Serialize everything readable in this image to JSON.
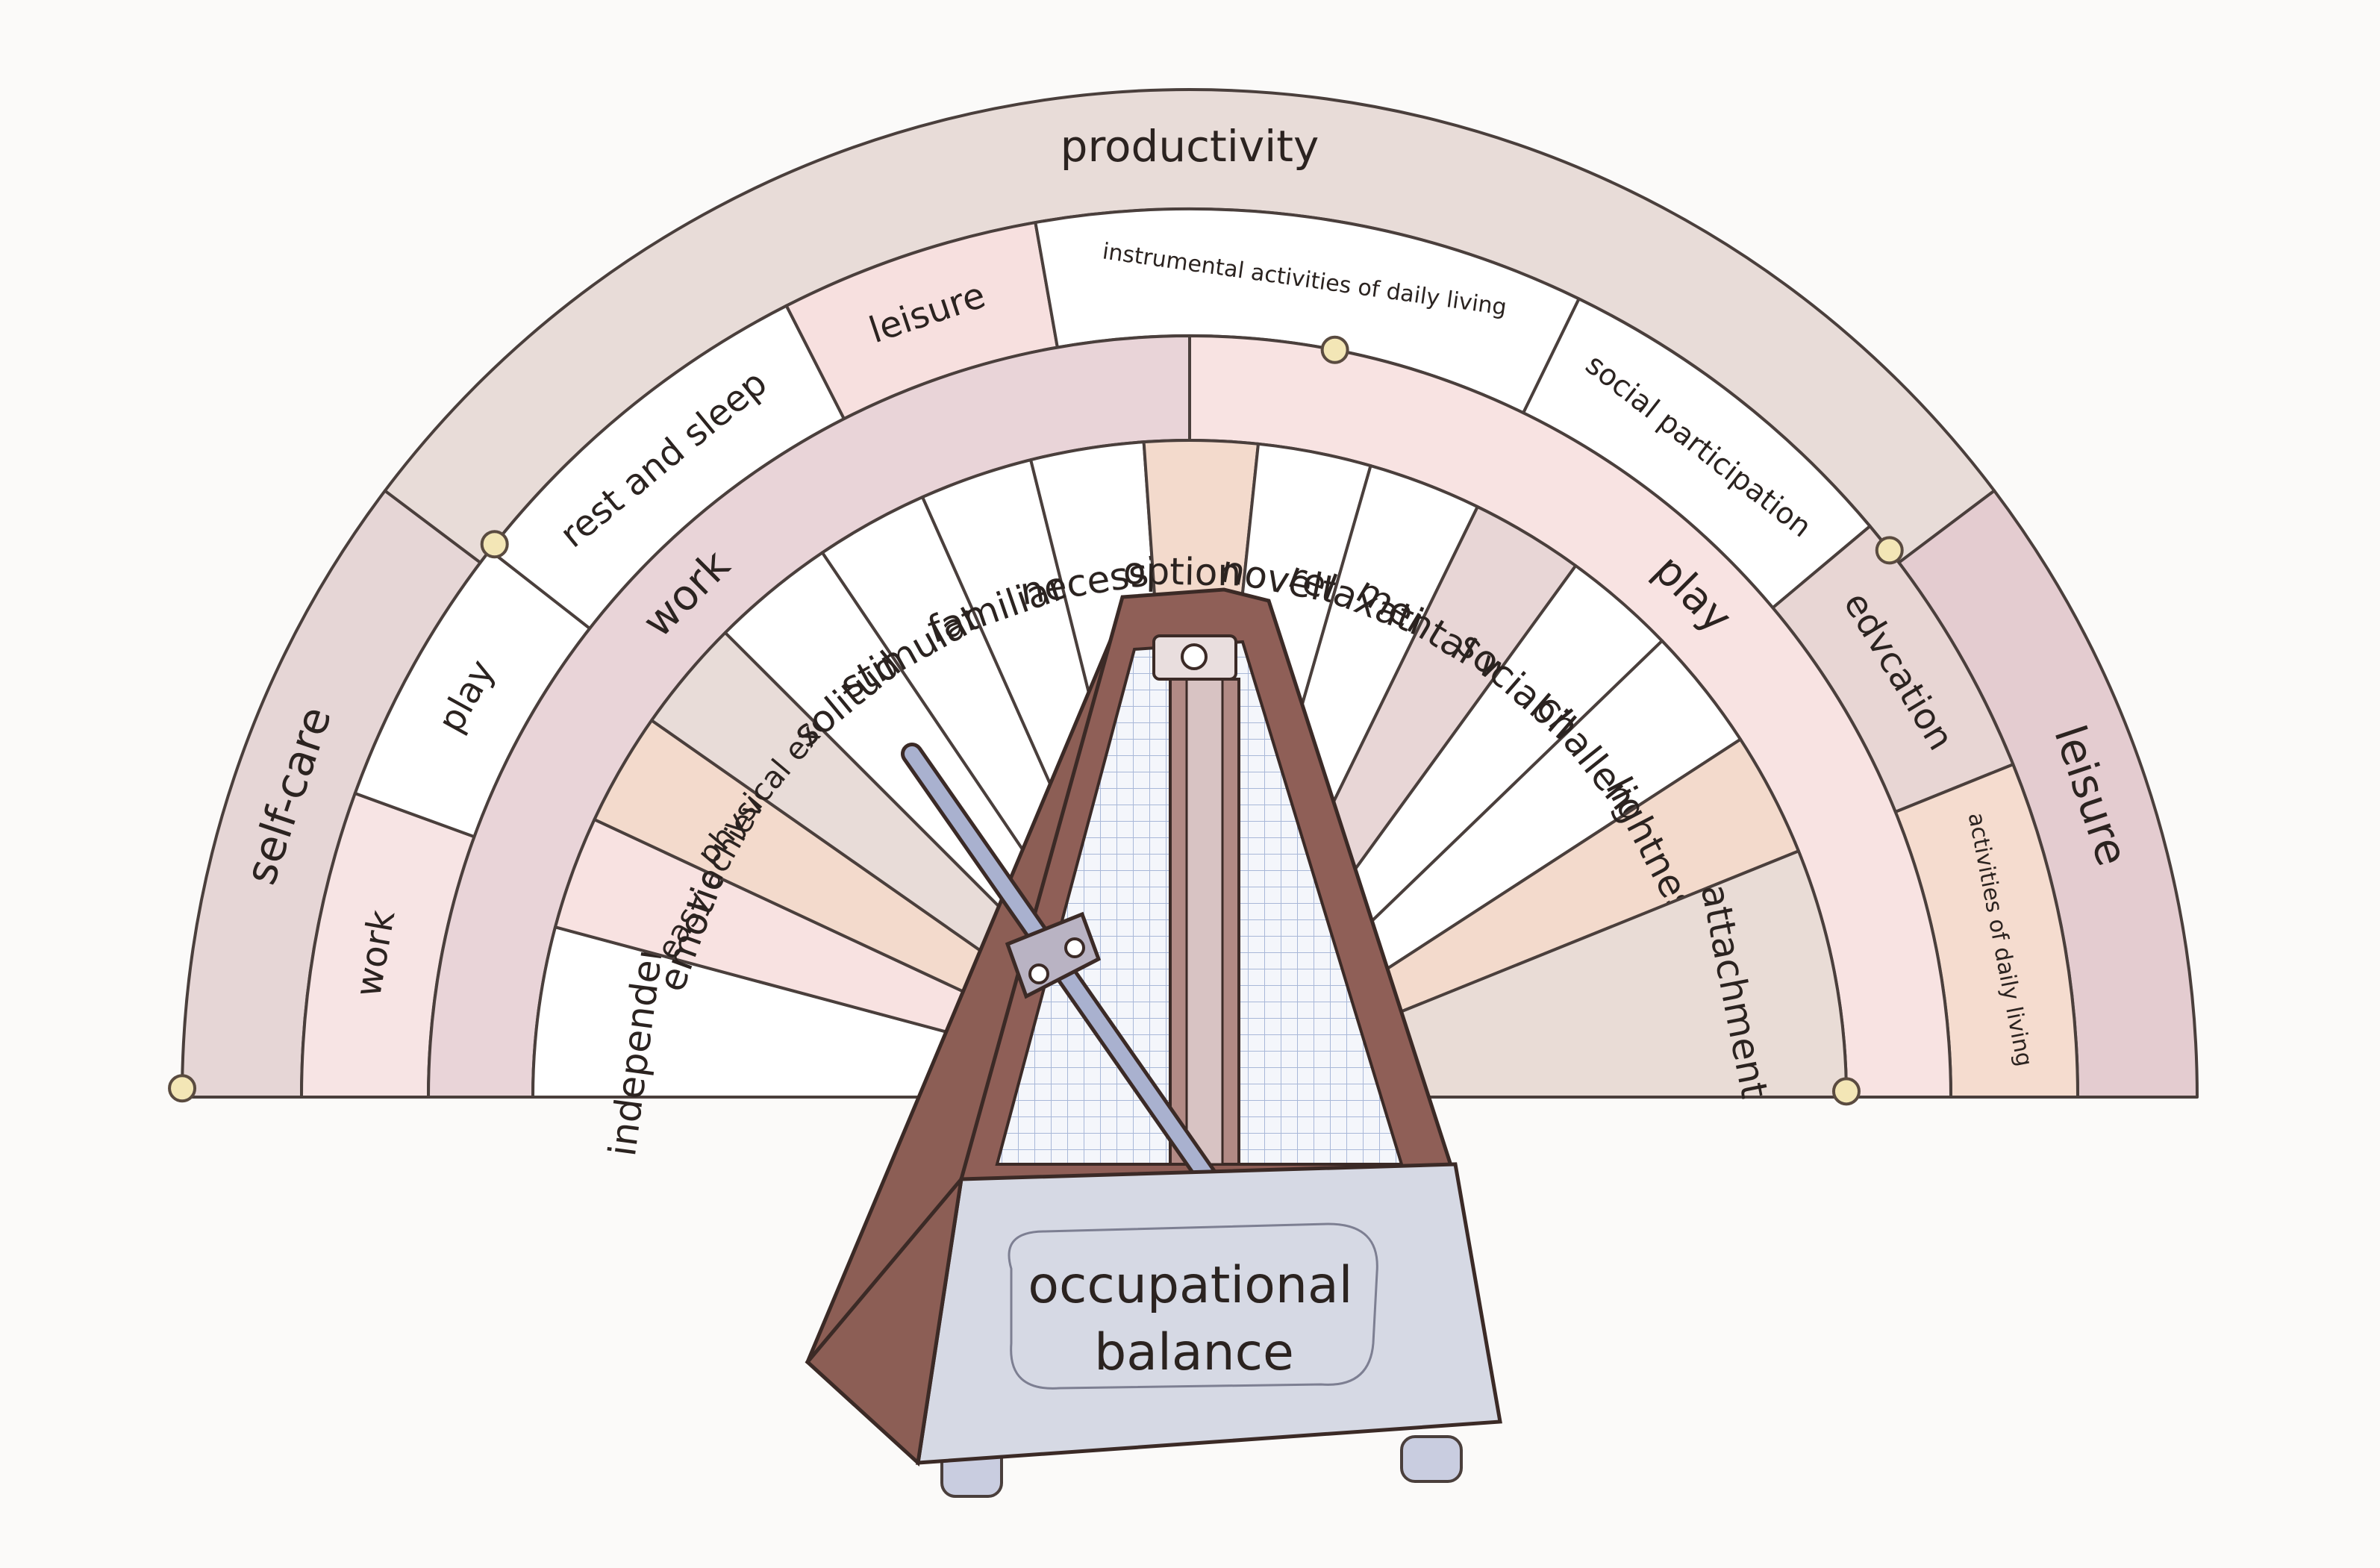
{
  "colors": {
    "outline": "#4a3f3c",
    "text": "#2b2320",
    "taupe": "#e6dad6",
    "mauve": "#e5d0d3",
    "blush": "#f6dfde",
    "peach": "#f3dbd0",
    "white": "#ffffff",
    "metronome_wood": "#8c5e55",
    "metronome_base": "#d6d9e4",
    "pin": "#f3e6b6"
  },
  "rings": {
    "outer": {
      "segments": [
        {
          "label": "self-care",
          "a0": 180,
          "a1": 143,
          "fill": "#e6d6d6"
        },
        {
          "label": "productivity",
          "a0": 143,
          "a1": 37,
          "fill": "#e8dcd8"
        },
        {
          "label": "leisure",
          "a0": 37,
          "a1": 0,
          "fill": "#e4ccd0"
        }
      ]
    },
    "second": {
      "segments": [
        {
          "label": "work",
          "a0": 180,
          "a1": 160,
          "fill": "#f7e4e4"
        },
        {
          "label": "play",
          "a0": 160,
          "a1": 142,
          "fill": "#ffffff"
        },
        {
          "label": "rest and sleep",
          "a0": 142,
          "a1": 117,
          "fill": "#ffffff"
        },
        {
          "label": "leisure",
          "a0": 117,
          "a1": 100,
          "fill": "#f7e0df"
        },
        {
          "label": "instrumental activities of daily living",
          "a0": 100,
          "a1": 64,
          "fill": "#ffffff"
        },
        {
          "label": "social participation",
          "a0": 64,
          "a1": 40,
          "fill": "#ffffff"
        },
        {
          "label": "edvcation",
          "a0": 40,
          "a1": 22,
          "fill": "#e8d6d4"
        },
        {
          "label": "activities of daily living",
          "a0": 22,
          "a1": 0,
          "fill": "#f5dccf"
        }
      ]
    },
    "third": {
      "segments": [
        {
          "label": "work",
          "a0": 180,
          "a1": 90,
          "fill": "#e9d4d8"
        },
        {
          "label": "play",
          "a0": 90,
          "a1": 0,
          "fill": "#f8e3e2"
        }
      ]
    },
    "inner": {
      "segments": [
        {
          "label": "independence",
          "a0": 180,
          "a1": 165,
          "fill": "#ffffff"
        },
        {
          "label": "emotion",
          "a0": 165,
          "a1": 155,
          "fill": "#f8e2e1"
        },
        {
          "label": "easy achievement",
          "a0": 155,
          "a1": 145,
          "fill": "#f3dacc"
        },
        {
          "label": "physical exercise",
          "a0": 145,
          "a1": 135,
          "fill": "#e8dcd8"
        },
        {
          "label": "solitude",
          "a0": 135,
          "a1": 124,
          "fill": "#ffffff"
        },
        {
          "label": "stimulation",
          "a0": 124,
          "a1": 114,
          "fill": "#ffffff"
        },
        {
          "label": "familiarity",
          "a0": 114,
          "a1": 104,
          "fill": "#ffffff"
        },
        {
          "label": "necessity",
          "a0": 104,
          "a1": 94,
          "fill": "#ffffff"
        },
        {
          "label": "optional",
          "a0": 94,
          "a1": 84,
          "fill": "#f3dacc"
        },
        {
          "label": "novelty",
          "a0": 84,
          "a1": 74,
          "fill": "#ffffff"
        },
        {
          "label": "relaxation",
          "a0": 74,
          "a1": 64,
          "fill": "#ffffff"
        },
        {
          "label": "mental work",
          "a0": 64,
          "a1": 54,
          "fill": "#e8d6d6"
        },
        {
          "label": "sociability",
          "a0": 54,
          "a1": 44,
          "fill": "#ffffff"
        },
        {
          "label": "challenge",
          "a0": 44,
          "a1": 33,
          "fill": "#ffffff"
        },
        {
          "label": "lightness",
          "a0": 33,
          "a1": 22,
          "fill": "#f3dacc"
        },
        {
          "label": "attachment",
          "a0": 22,
          "a1": 0,
          "fill": "#e9dcd6"
        }
      ]
    }
  },
  "metronome": {
    "label_line1": "occupational",
    "label_line2": "balance"
  }
}
